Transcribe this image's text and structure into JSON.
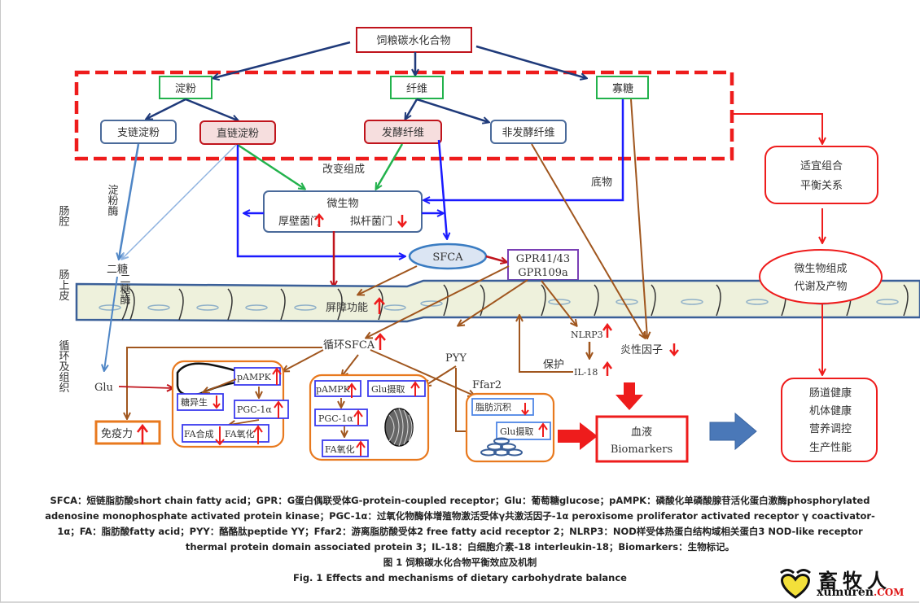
{
  "diagram": {
    "root": "饲粮碳水化合物",
    "categories": {
      "starch": "淀粉",
      "fiber": "纤维",
      "oligo": "寡糖"
    },
    "starch_types": {
      "branched": "支链淀粉",
      "linear": "直链淀粉"
    },
    "fiber_types": {
      "fermentable": "发酵纤维",
      "non_fermentable": "非发酵纤维"
    },
    "edge_labels": {
      "change_composition": "改变组成",
      "substrate": "底物",
      "amylase": "淀粉酶",
      "disaccharide": "二糖",
      "disaccharidase": "二糖酶",
      "protect": "保护"
    },
    "microbes": {
      "title": "微生物",
      "firmicutes": "厚壁菌门",
      "bacteroidetes": "拟杆菌门"
    },
    "sfca": "SFCA",
    "gpr": {
      "line1": "GPR41/43",
      "line2": "GPR109a"
    },
    "barrier": "屏障功能",
    "region_labels": {
      "lumen": "肠腔",
      "epithelium": "肠上皮",
      "circulation": "循环及组织"
    },
    "circ_sfca": "循环SFCA",
    "pyy": "PYY",
    "nlrp3": "NLRP3",
    "il18": "IL-18",
    "inflammatory": "炎性因子",
    "glu": "Glu",
    "immunity": "免疫力",
    "liver": {
      "pampk": "pAMPK",
      "gluconeogenesis": "糖异生",
      "pgc": "PGC-1α",
      "fa_synth": "FA合成",
      "fa_ox": "FA氧化"
    },
    "muscle": {
      "pampk": "pAMPK",
      "glu_uptake": "Glu摄取",
      "pgc": "PGC-1α",
      "fa_ox": "FA氧化"
    },
    "adipose": {
      "ffar2": "Ffar2",
      "fat_deposit": "脂肪沉积",
      "glu_uptake": "Glu摄取"
    },
    "blood": {
      "line1": "血液",
      "line2": "Biomarkers"
    },
    "right_flow": {
      "balance": [
        "适宜组合",
        "平衡关系"
      ],
      "microbial": [
        "微生物组成",
        "代谢及产物"
      ],
      "outcomes": [
        "肠道健康",
        "机体健康",
        "营养调控",
        "生产性能"
      ]
    },
    "icons": {
      "up": "red-up-arrow",
      "down": "red-down-arrow"
    }
  },
  "caption": {
    "lines": [
      "SFCA：短链脂肪酸short chain fatty acid；GPR：G蛋白偶联受体G-protein-coupled receptor；Glu：葡萄糖glucose；pAMPK：磷酸化单磷酸腺苷活化蛋白激酶phosphorylated",
      "adenosine monophosphate activated protein kinase；PGC-1α：过氧化物酶体增殖物激活受体γ共激活因子-1α peroxisome proliferator activated receptor γ coactivator-",
      "1α；FA：脂肪酸fatty acid；PYY：酪酪肽peptide YY；Ffar2：游离脂肪酸受体2 free fatty acid receptor 2；NLRP3：NOD样受体热蛋白结构域相关蛋白3 NOD-like receptor",
      "thermal protein domain associated protein 3；IL-18：白细胞介素-18 interleukin-18；Biomarkers：生物标记。",
      "图 1 饲粮碳水化合物平衡效应及机制",
      "Fig. 1 Effects and mechanisms of dietary carbohydrate balance"
    ]
  },
  "logo": {
    "cn": "畜牧人",
    "en": "xumuren",
    "com": ".COM"
  },
  "colors": {
    "red": "#ee1c1c",
    "navy": "#1f3a7a",
    "blue": "#1a1aff",
    "green": "#22b24c",
    "brown": "#a0561e",
    "orange": "#e8791e",
    "purple": "#7a3fb5",
    "lightblue": "#4f86c6"
  }
}
